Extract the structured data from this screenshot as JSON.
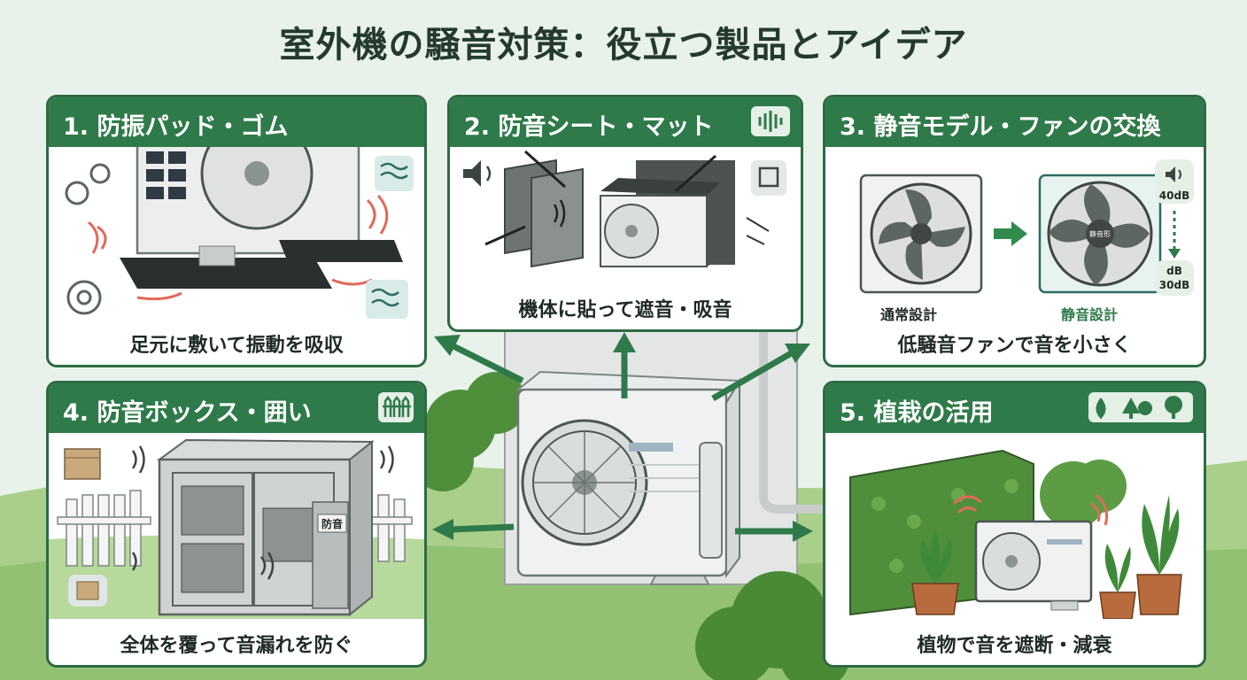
{
  "title": "室外機の騒音対策：役立つ製品とアイデア",
  "colors": {
    "header_green": "#2f7a4a",
    "border_green": "#2e6b43",
    "wave_red": "#e06a5a",
    "accent_green": "#2f8a4c"
  },
  "center_unit": {
    "icon": "air-conditioner-outdoor-unit"
  },
  "panels": [
    {
      "heading": "1. 防振パッド・ゴム",
      "caption": "足元に敷いて振動を吸収"
    },
    {
      "heading": "2. 防音シート・マット",
      "caption": "機体に貼って遮音・吸音"
    },
    {
      "heading": "3. 静音モデル・ファンの交換",
      "caption": "低騒音ファンで音を小さく",
      "label_normal": "通常設計",
      "label_quiet": "静音設計",
      "fan_badge": "静音形",
      "db_high": "40dB",
      "db_low_unit": "dB",
      "db_low": "30dB"
    },
    {
      "heading": "4. 防音ボックス・囲い",
      "caption": "全体を覆って音漏れを防ぐ",
      "box_label": "防音"
    },
    {
      "heading": "5. 植栽の活用",
      "caption": "植物で音を遮断・減衰"
    }
  ]
}
